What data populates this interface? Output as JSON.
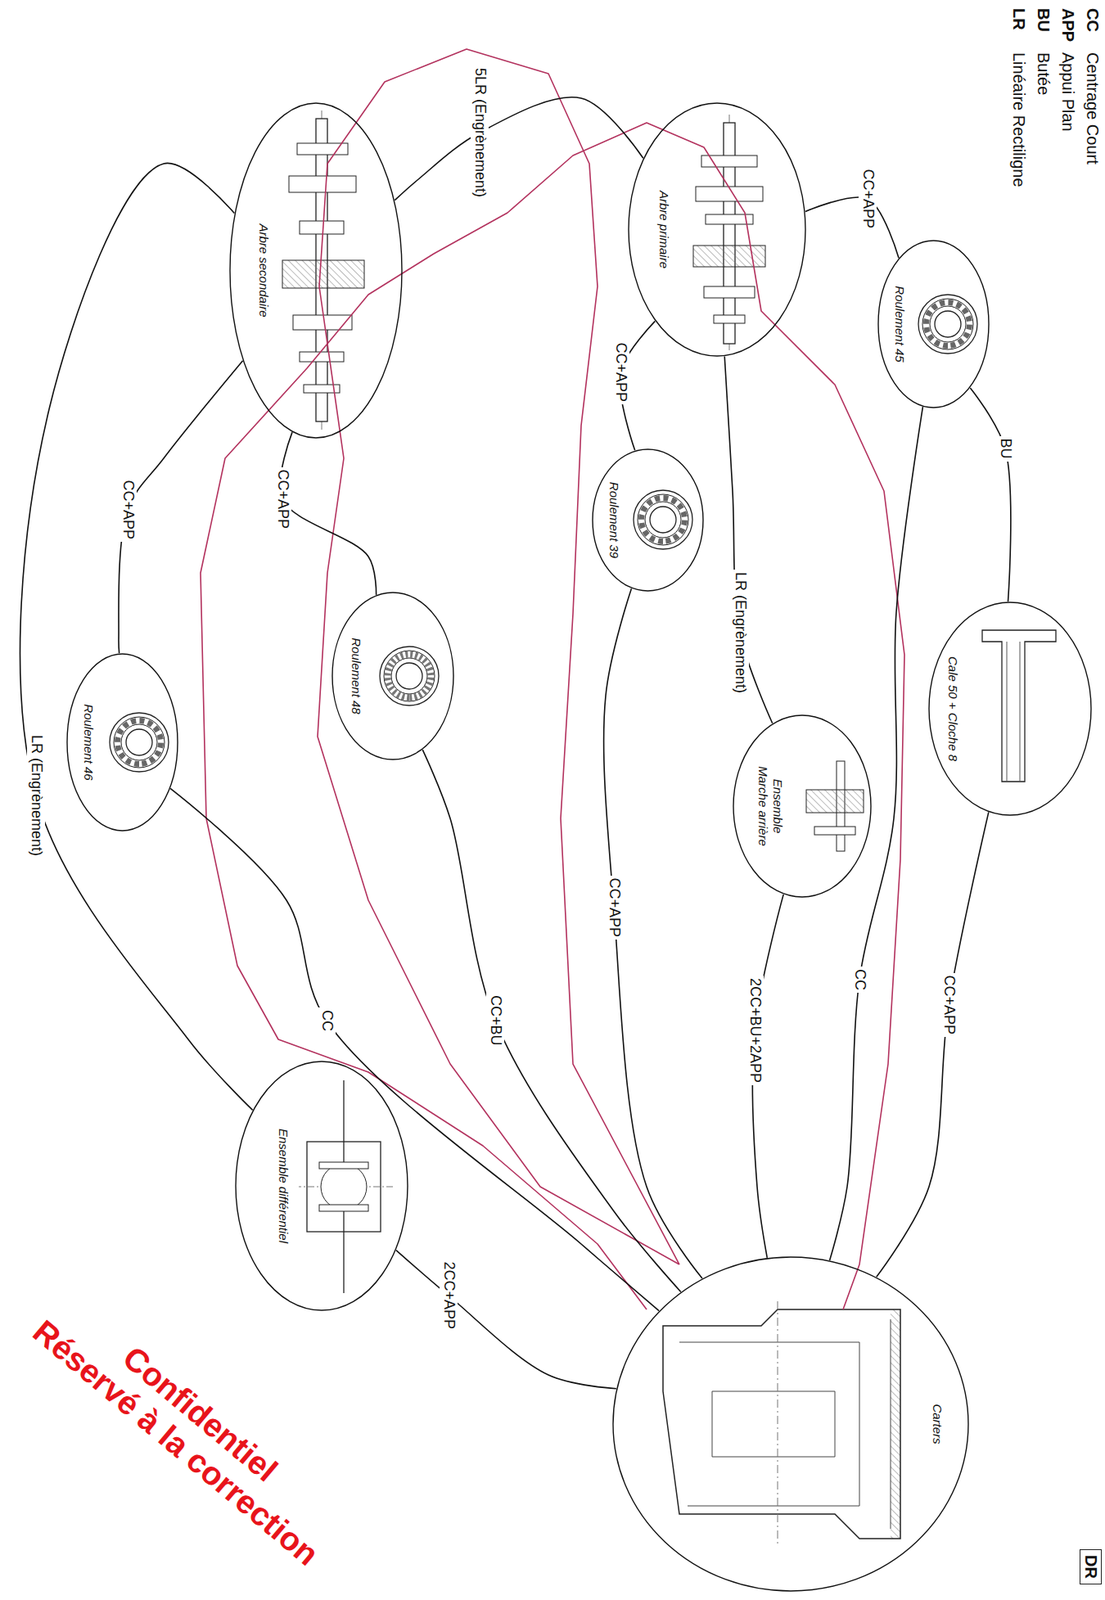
{
  "diagram": {
    "nodes": [
      {
        "text": [
          "Arbre primaire"
        ]
      },
      {
        "text": [
          "Roulement 45"
        ]
      },
      {
        "text": [
          "Cale 50 + Cloche 8"
        ]
      },
      {
        "text": [
          "Roulement 39"
        ]
      },
      {
        "text": [
          "Ensemble Marche arrière"
        ]
      },
      {
        "text": [
          "Arbre secondaire"
        ]
      },
      {
        "text": [
          "Roulement 48"
        ]
      },
      {
        "text": [
          "Roulement 46"
        ]
      },
      {
        "text": [
          "Ensemble différentiel"
        ]
      },
      {
        "text": [
          "Carters"
        ]
      }
    ],
    "edges": [
      {
        "from": 0,
        "to": 1,
        "arrow": "none",
        "label": "CC+APP"
      },
      {
        "from": 1,
        "to": 2,
        "arrow": "none",
        "label": "BU"
      },
      {
        "from": 2,
        "to": 9,
        "arrow": "none",
        "label": "CC+APP"
      },
      {
        "from": 1,
        "to": 9,
        "arrow": "none",
        "label": "CC"
      },
      {
        "from": 0,
        "to": 3,
        "arrow": "none",
        "label": "CC+APP"
      },
      {
        "from": 0,
        "to": 4,
        "arrow": "none",
        "label": "LR (Engrènement)"
      },
      {
        "from": 4,
        "to": 9,
        "arrow": "none",
        "label": "2CC+BU+2APP"
      },
      {
        "from": 3,
        "to": 9,
        "arrow": "none",
        "label": "CC+APP"
      },
      {
        "from": 0,
        "to": 5,
        "arrow": "none",
        "label": "5LR (Engrènement)"
      },
      {
        "from": 5,
        "to": 6,
        "arrow": "none",
        "label": "CC+APP"
      },
      {
        "from": 6,
        "to": 9,
        "arrow": "none",
        "label": "CC+BU"
      },
      {
        "from": 5,
        "to": 7,
        "arrow": "none",
        "label": "CC+APP"
      },
      {
        "from": 7,
        "to": 9,
        "arrow": "none",
        "label": "CC"
      },
      {
        "from": 5,
        "to": 8,
        "arrow": "none",
        "label": "LR (Engrènement)"
      },
      {
        "from": 8,
        "to": 9,
        "arrow": "none",
        "label": "2CC+APP"
      }
    ],
    "labels": [
      "CC",
      "Centrage Court",
      "APP",
      "Appui Plan",
      "BU",
      "Butée",
      "LR",
      "Linéaire Rectiligne",
      "DR",
      "Confidentiel",
      "Réservé à la correction"
    ]
  }
}
